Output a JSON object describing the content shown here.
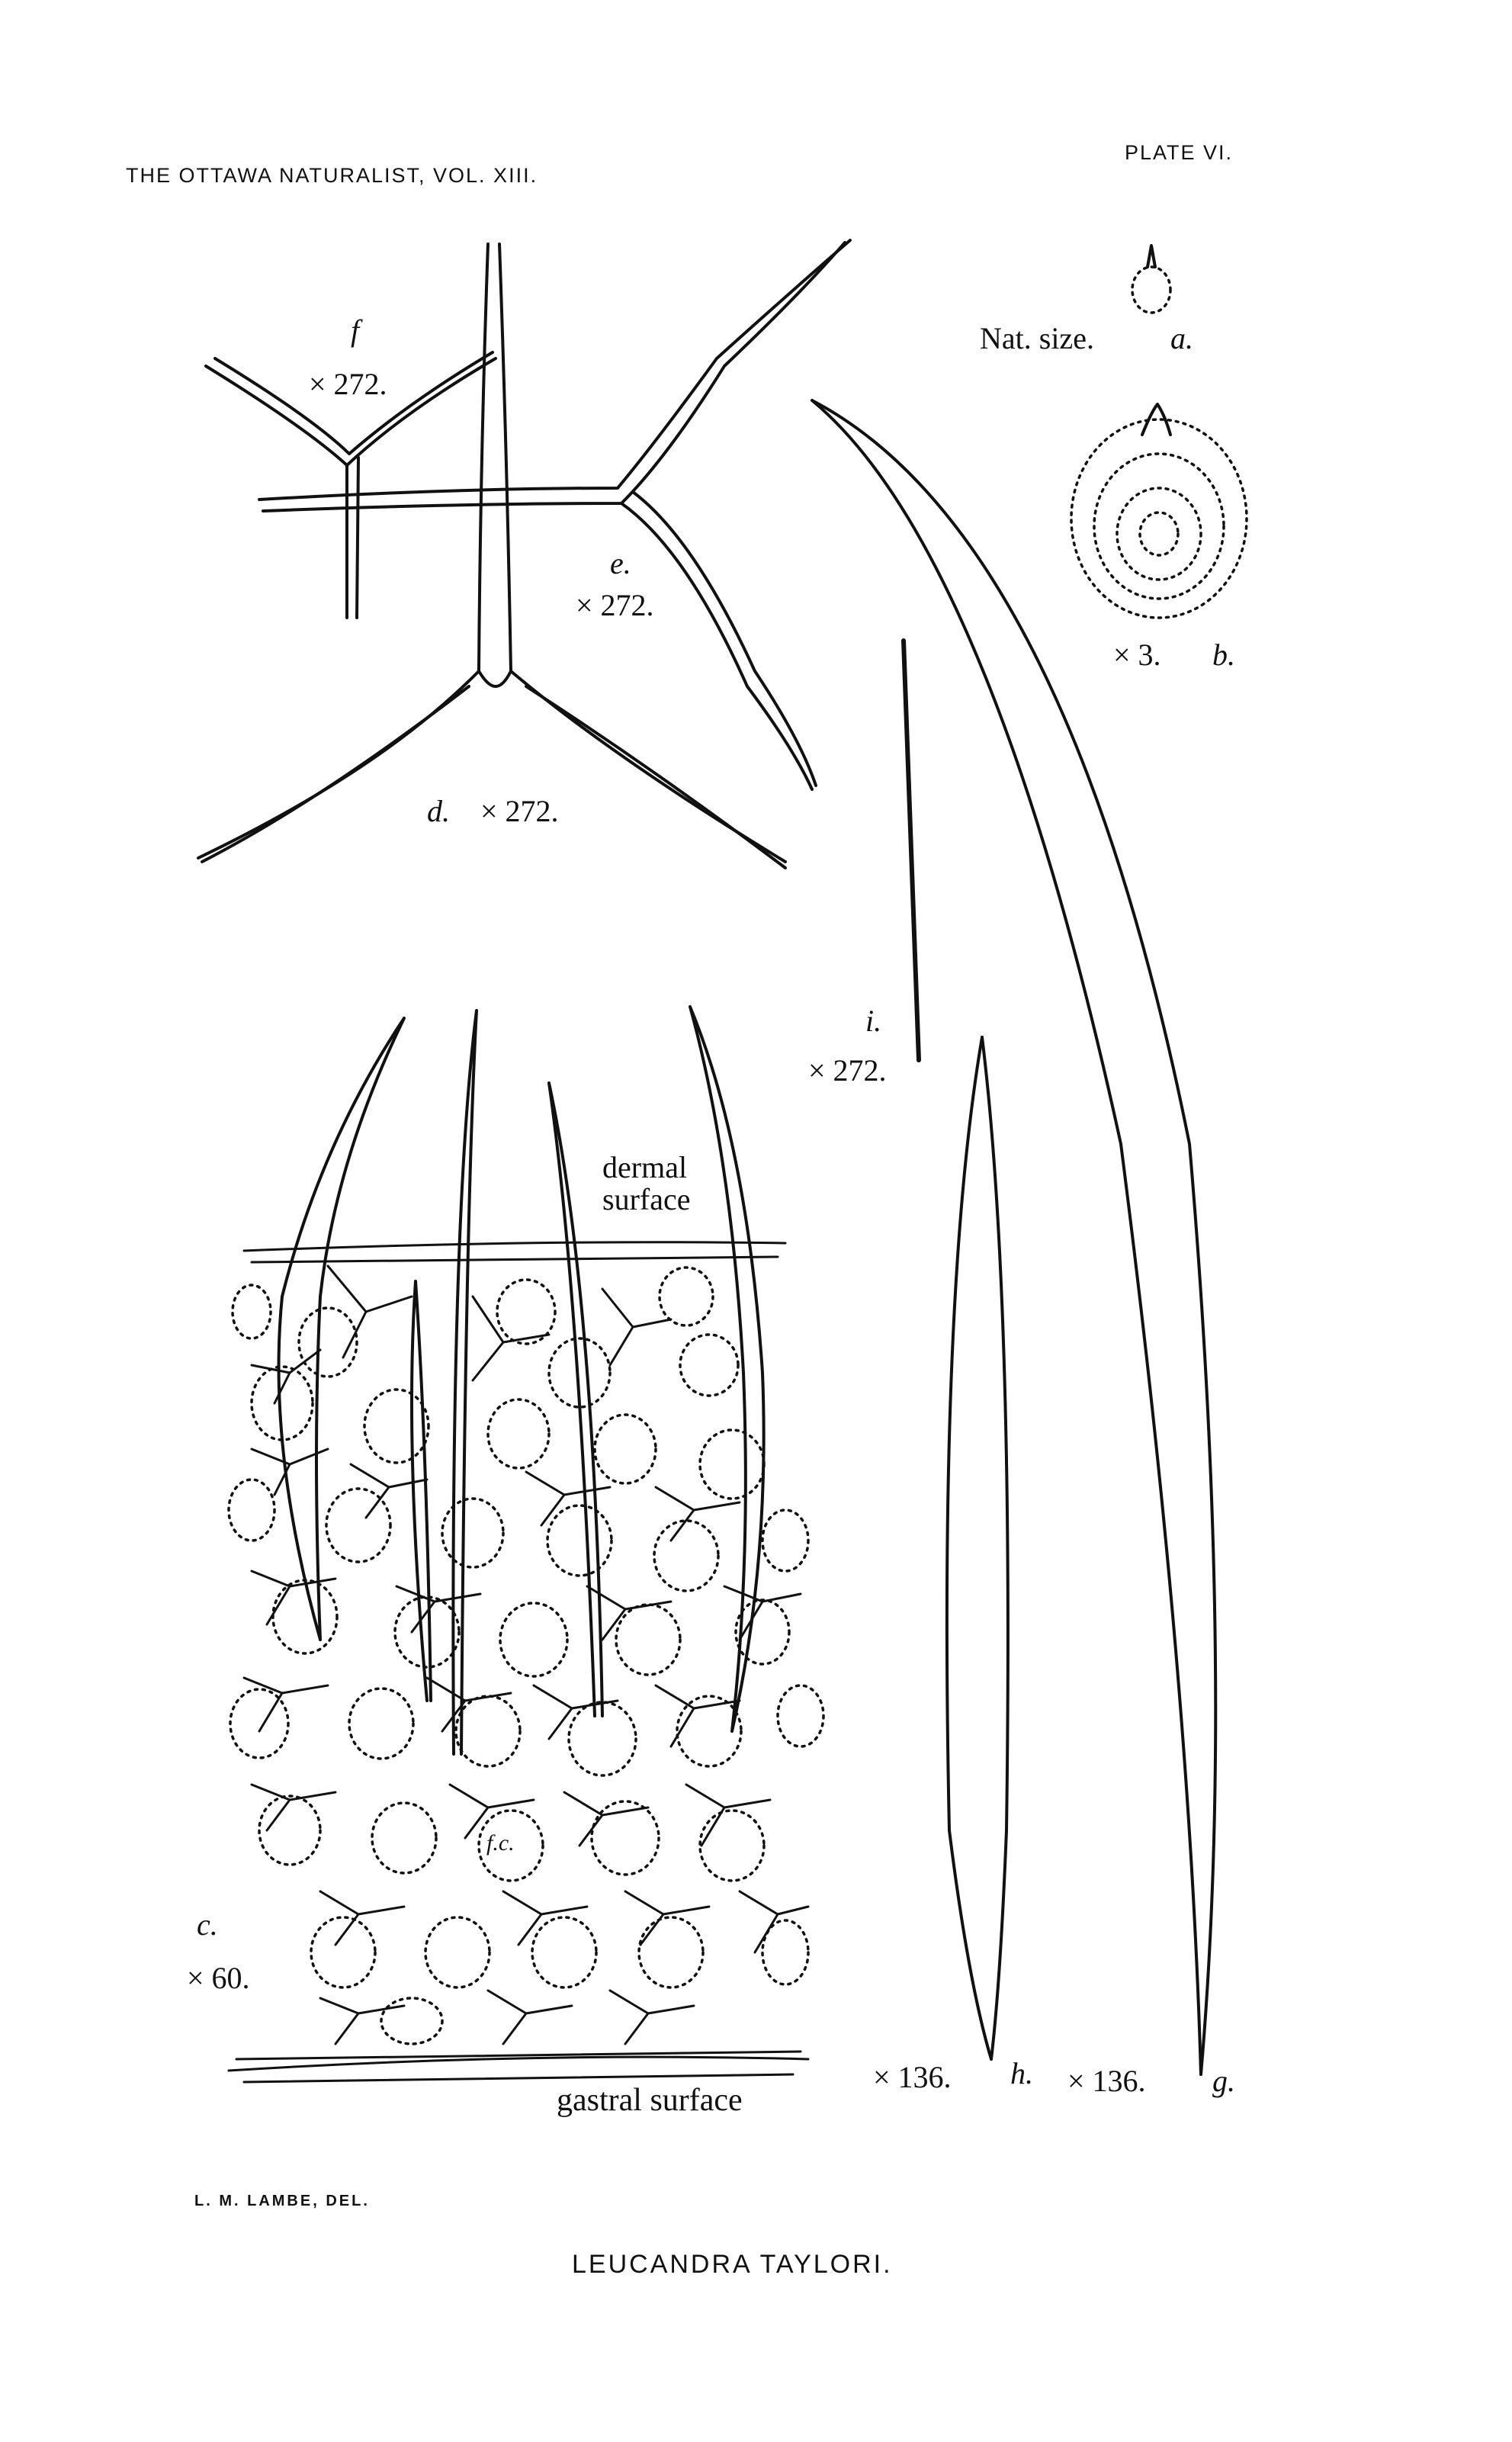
{
  "header": {
    "journal": "THE OTTAWA NATURALIST, VOL. XIII.",
    "plate": "PLATE VI."
  },
  "figures": {
    "a": {
      "letter": "a.",
      "caption": "Nat. size."
    },
    "b": {
      "letter": "b.",
      "caption": "× 3."
    },
    "c": {
      "letter": "c.",
      "caption": "× 60.",
      "dermal": [
        "dermal",
        "surface"
      ],
      "gastral": "gastral surface",
      "fc": "f.c."
    },
    "d": {
      "letter": "d.",
      "caption": "× 272."
    },
    "e": {
      "letter": "e.",
      "caption": "× 272."
    },
    "f": {
      "letter": "f",
      "caption": "× 272."
    },
    "g": {
      "letter": "g.",
      "caption": "× 136."
    },
    "h": {
      "letter": "h.",
      "caption": "× 136."
    },
    "i": {
      "letter": "i.",
      "caption": "× 272."
    }
  },
  "footer": {
    "credit": "L. M. LAMBE, DEL.",
    "title": "LEUCANDRA TAYLORI."
  },
  "colors": {
    "ink": "#111111",
    "paper": "#ffffff"
  }
}
